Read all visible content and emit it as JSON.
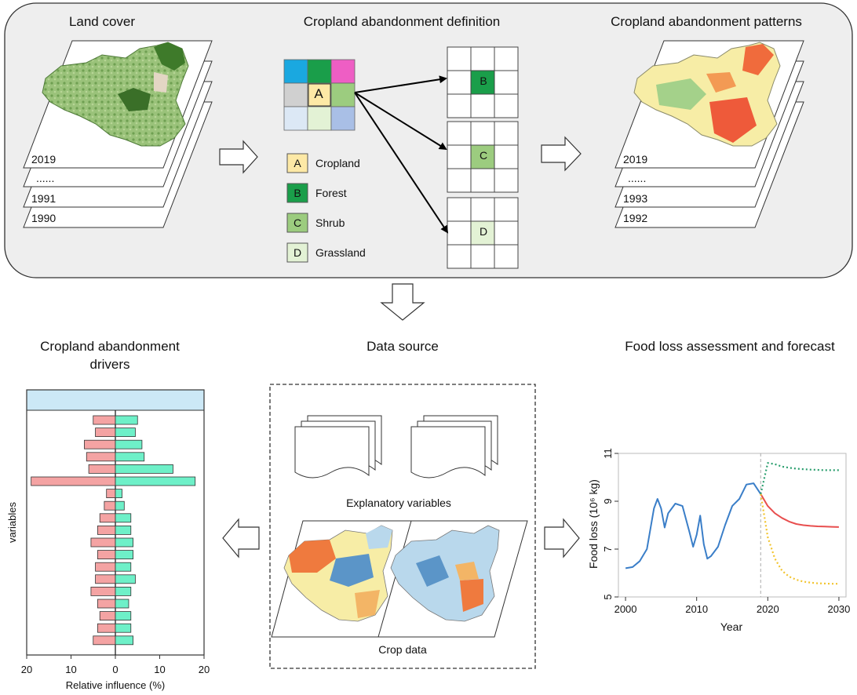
{
  "panels": {
    "land_cover": {
      "title": "Land cover",
      "years": [
        "2019",
        "......",
        "1991",
        "1990"
      ]
    },
    "definition": {
      "title": "Cropland abandonment definition",
      "center_label": "A",
      "results": [
        "B",
        "C",
        "D"
      ],
      "legend": [
        {
          "key": "A",
          "label": "Cropland",
          "color": "#fde9a6"
        },
        {
          "key": "B",
          "label": "Forest",
          "color": "#1a9e4a"
        },
        {
          "key": "C",
          "label": "Shrub",
          "color": "#9ccc7f"
        },
        {
          "key": "D",
          "label": "Grassland",
          "color": "#e3f2d5"
        }
      ],
      "grid_colors": [
        "#1aa8e0",
        "#1a9e4a",
        "#ee5ec4",
        "#d0d0d0",
        "#fde9a6",
        "#9ccc7f",
        "#dce8f5",
        "#e3f2d5",
        "#a9bfe6"
      ]
    },
    "patterns": {
      "title": "Cropland abandonment patterns",
      "years": [
        "2019",
        "......",
        "1993",
        "1992"
      ]
    },
    "drivers": {
      "title_line1": "Cropland abandonment",
      "title_line2": "drivers"
    },
    "data_source": {
      "title": "Data source",
      "explanatory_label": "Explanatory variables",
      "crop_label": "Crop data"
    },
    "food_loss": {
      "title": "Food loss assessment and forecast"
    }
  },
  "chart_data": [
    {
      "type": "bar",
      "orientation": "horizontal",
      "ylabel": "variables",
      "xlabel": "Relative influence (%)",
      "xticks": [
        "20",
        "10",
        "0",
        "10",
        "20"
      ],
      "xlim": [
        -20,
        20
      ],
      "series": [
        {
          "color": "#f4a3a3",
          "values": [
            5,
            4.5,
            7,
            6.5,
            6,
            19,
            2,
            2.5,
            3.5,
            4,
            5.5,
            4,
            4.5,
            4.5,
            5.5,
            4,
            3.5,
            4,
            5
          ]
        },
        {
          "color": "#6ef0c8",
          "values": [
            5,
            4.5,
            6,
            6.5,
            13,
            18,
            1.5,
            2,
            3.5,
            3.5,
            4,
            4,
            3.5,
            4.5,
            3.5,
            3,
            3.5,
            3.5,
            4
          ]
        }
      ],
      "colors": {
        "header": "#cce8f6"
      }
    },
    {
      "type": "line",
      "xlabel": "Year",
      "ylabel": "Food loss (10⁶ kg)",
      "xlim": [
        1999,
        2031
      ],
      "ylim": [
        5,
        11
      ],
      "xticks": [
        2000,
        2010,
        2020,
        2030
      ],
      "yticks": [
        5,
        7,
        9,
        11
      ],
      "vline": 2019,
      "series": [
        {
          "color": "#3a7ec8",
          "style": "solid",
          "x": [
            2000,
            2001,
            2002,
            2003,
            2004,
            2004.5,
            2005,
            2005.5,
            2006,
            2007,
            2008,
            2009,
            2009.5,
            2010,
            2010.5,
            2011,
            2011.5,
            2012,
            2013,
            2014,
            2015,
            2016,
            2017,
            2018,
            2019
          ],
          "y": [
            6.2,
            6.25,
            6.5,
            7.0,
            8.7,
            9.1,
            8.7,
            7.9,
            8.5,
            8.9,
            8.8,
            7.7,
            7.1,
            7.6,
            8.4,
            7.2,
            6.6,
            6.7,
            7.1,
            8.0,
            8.8,
            9.1,
            9.7,
            9.75,
            9.3
          ]
        },
        {
          "color": "#e84e4e",
          "style": "solid",
          "x": [
            2019,
            2020,
            2021,
            2022,
            2023,
            2024,
            2025,
            2026,
            2027,
            2028,
            2029,
            2030
          ],
          "y": [
            9.3,
            8.8,
            8.5,
            8.3,
            8.15,
            8.05,
            8.0,
            7.97,
            7.95,
            7.94,
            7.93,
            7.92
          ]
        },
        {
          "color": "#2a9e6e",
          "style": "dotted",
          "x": [
            2019,
            2020,
            2021,
            2022,
            2023,
            2024,
            2025,
            2026,
            2027,
            2028,
            2029,
            2030
          ],
          "y": [
            9.3,
            10.6,
            10.55,
            10.45,
            10.4,
            10.36,
            10.34,
            10.32,
            10.31,
            10.3,
            10.3,
            10.3
          ]
        },
        {
          "color": "#f2c42e",
          "style": "dotted",
          "x": [
            2019,
            2020,
            2021,
            2022,
            2023,
            2024,
            2025,
            2026,
            2027,
            2028,
            2029,
            2030
          ],
          "y": [
            9.3,
            7.5,
            6.6,
            6.1,
            5.85,
            5.72,
            5.64,
            5.6,
            5.57,
            5.56,
            5.55,
            5.55
          ]
        }
      ]
    }
  ]
}
